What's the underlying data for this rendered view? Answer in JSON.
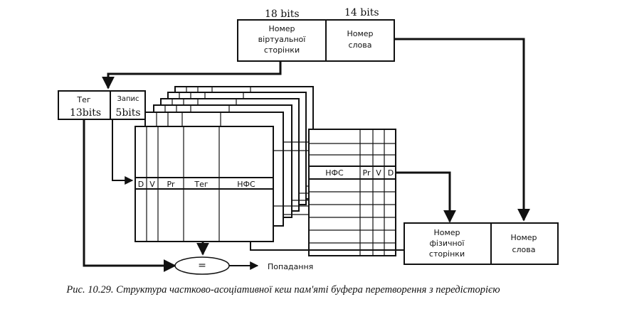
{
  "virtual_address": {
    "bits_left": "18 bits",
    "bits_right": "14 bits",
    "field_page": [
      "Номер",
      "віртуальної",
      "сторінки"
    ],
    "field_word": [
      "Номер",
      "слова"
    ]
  },
  "index_register": {
    "tag": [
      "Тег",
      "13bits"
    ],
    "record": [
      "Запис",
      "5bits"
    ]
  },
  "tag_array_header": [
    "D",
    "V",
    "Pr",
    "Тег",
    "НФС"
  ],
  "data_array_header": [
    "НФС",
    "Pr",
    "V",
    "D"
  ],
  "comparator": "=",
  "hit_label": "Попадання",
  "physical_address": {
    "field_page": [
      "Номер",
      "фізичної",
      "сторінки"
    ],
    "field_word": [
      "Номер",
      "слова"
    ]
  },
  "caption": "Рис. 10.29. Структура частково-асоціативної кеш пам'яті буфера перетворення з передісторією"
}
